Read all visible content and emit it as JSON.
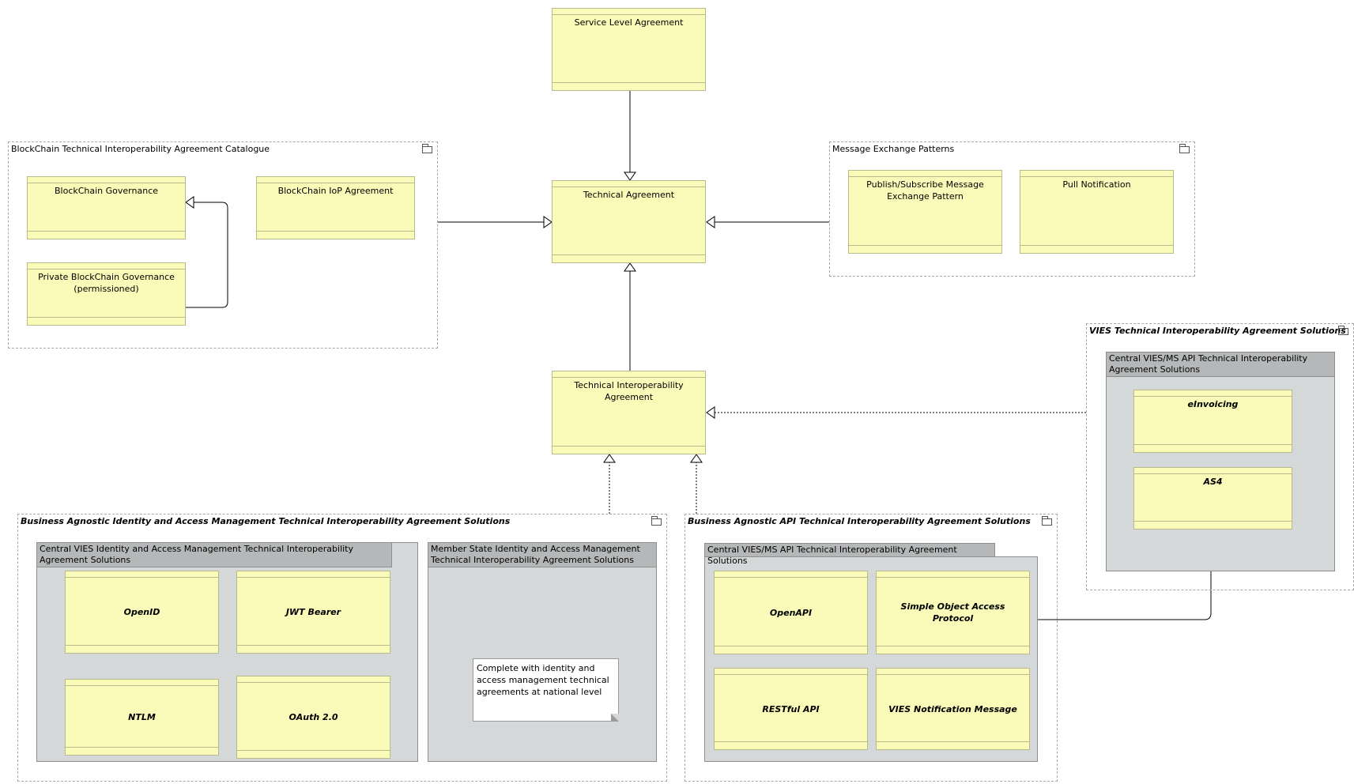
{
  "elements": {
    "sla": "Service Level Agreement",
    "tech_agreement": "Technical Agreement",
    "tech_interop": "Technical Interoperability Agreement"
  },
  "blockchain": {
    "title": "BlockChain Technical Interoperability Agreement Catalogue",
    "governance": "BlockChain Governance",
    "iop": "BlockChain IoP Agreement",
    "private": "Private BlockChain Governance (permissioned)"
  },
  "mep": {
    "title": "Message Exchange Patterns",
    "pubsub": "Publish/Subscribe Message Exchange Pattern",
    "pull": "Pull Notification"
  },
  "vies": {
    "title": "VIES Technical Interoperability Agreement Solutions",
    "central": "Central VIES/MS API Technical Interoperability Agreement Solutions",
    "einvoicing": "eInvoicing",
    "as4": "AS4"
  },
  "iam": {
    "title": "Business Agnostic Identity and Access Management Technical Interoperability Agreement Solutions",
    "central": "Central VIES Identity and Access Management Technical Interoperability Agreement Solutions",
    "openid": "OpenID",
    "jwt": "JWT Bearer",
    "ntlm": "NTLM",
    "oauth": "OAuth 2.0",
    "member": "Member State Identity and Access Management Technical Interoperability Agreement Solutions",
    "note": "Complete with identity and access management technical agreements at national level"
  },
  "api": {
    "title": "Business Agnostic API Technical Interoperability Agreement Solutions",
    "central": "Central VIES/MS API Technical Interoperability Agreement Solutions",
    "openapi": "OpenAPI",
    "soap": "Simple Object Access Protocol",
    "restful": "RESTful API",
    "vies_notif": "VIES Notification Message"
  },
  "colors": {
    "element_fill": "#fbfbb9",
    "container_fill": "#d5d8d9",
    "container_header": "#b5b7b8"
  }
}
